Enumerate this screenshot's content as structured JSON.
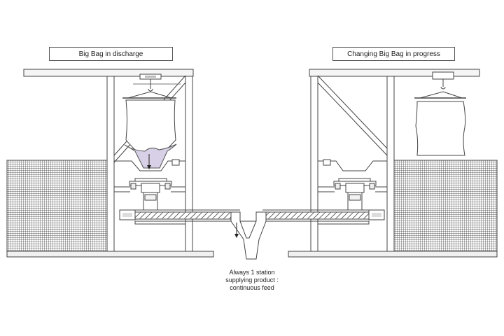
{
  "captions": {
    "left": "Big Bag in discharge",
    "right": "Changing Big Bag in progress"
  },
  "note": {
    "lines": [
      "Always 1 station",
      "supplying product :",
      "continuous feed"
    ]
  },
  "colors": {
    "line": "#444444",
    "fill_light": "#f2f2f2",
    "product": "#d8d0e6",
    "mesh": "#333333"
  }
}
